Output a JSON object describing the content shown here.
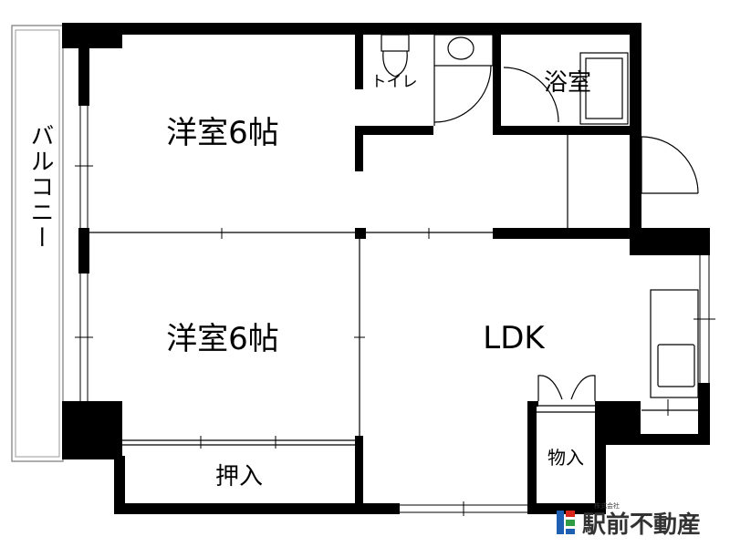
{
  "rooms": {
    "western_room_1": "洋室6帖",
    "western_room_2": "洋室6帖",
    "ldk": "LDK",
    "bath": "浴室",
    "toilet": "トイレ",
    "closet": "押入",
    "storage": "物入",
    "balcony": "バルコニー"
  },
  "company": {
    "name": "駅前不動産",
    "type": "株式会社",
    "colors": {
      "red": "#d9261c",
      "green": "#2e9b45",
      "blue": "#1d5fb3"
    }
  }
}
